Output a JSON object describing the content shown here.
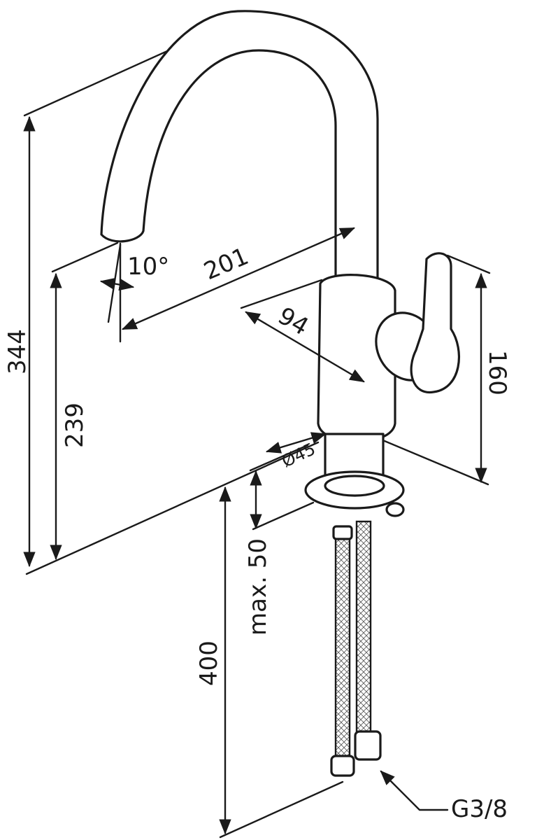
{
  "title": "Faucet dimension drawing",
  "dimensions": {
    "total_height": "344",
    "spout_height": "239",
    "spout_angle": "10°",
    "spout_reach": "201",
    "handle_depth": "94",
    "handle_height": "160",
    "base_diameter": "Ø45",
    "max_countertop": "max. 50",
    "hose_length": "400",
    "connection_thread": "G3/8"
  },
  "colors": {
    "line": "#1a1a1a",
    "background": "#ffffff"
  }
}
